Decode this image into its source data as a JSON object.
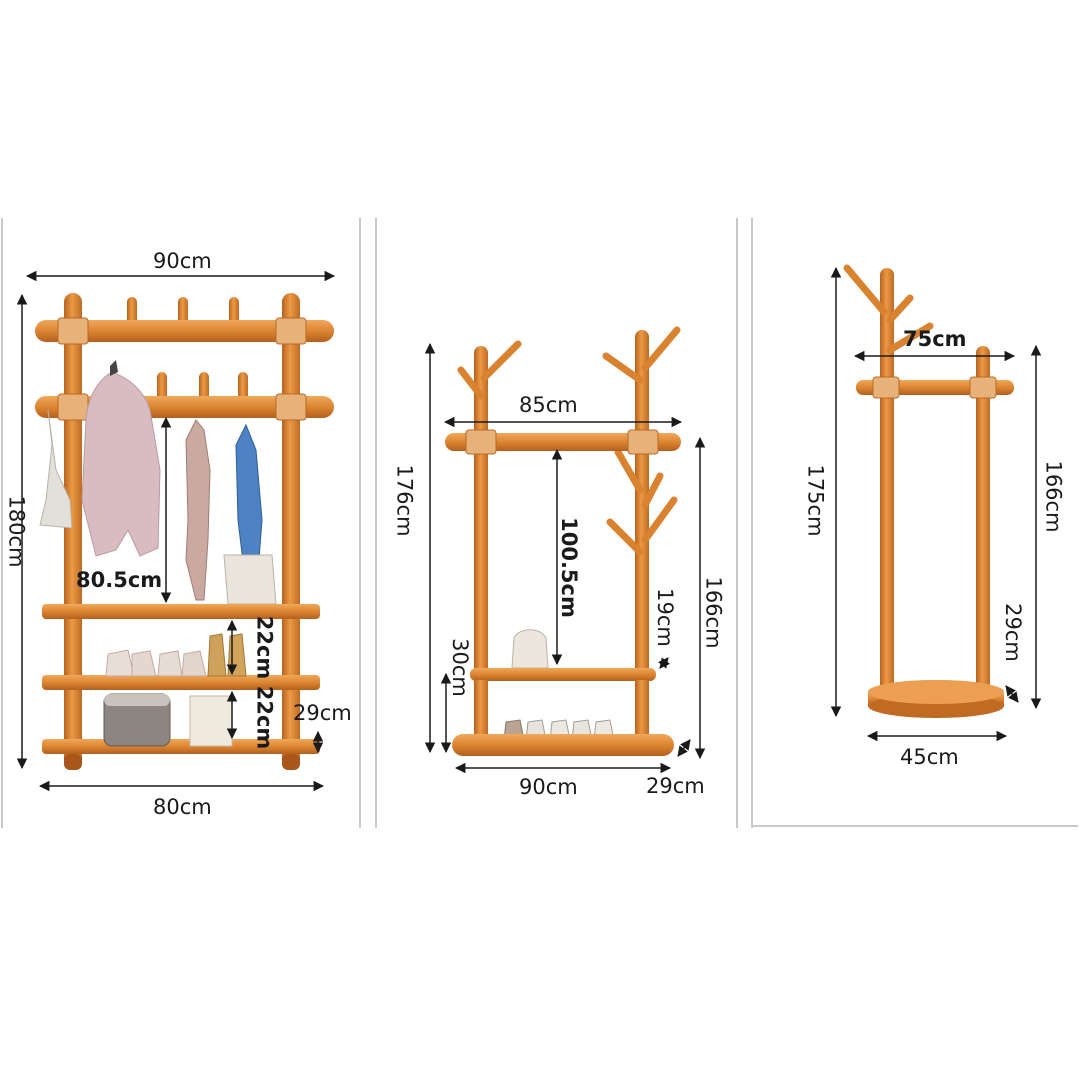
{
  "colors": {
    "wood": "#d9822f",
    "wood_dark": "#a9561a",
    "wood_light": "#efa55a",
    "block": "#e6b27a",
    "divider": "#c8c8c8",
    "text": "#1a1a1a"
  },
  "panels": [
    {
      "name": "coat-rack-with-shelves",
      "dimensions": {
        "top_width": "90cm",
        "height": "180cm",
        "hanging_height": "80.5cm",
        "shelf_gap_upper": "22cm",
        "shelf_gap_lower": "22cm",
        "depth": "29cm",
        "base_width": "80cm"
      }
    },
    {
      "name": "tree-branch-rack",
      "dimensions": {
        "bar_width": "85cm",
        "total_height": "176cm",
        "hanging_height": "100.5cm",
        "shelf_depth": "19cm",
        "bar_height": "166cm",
        "shelf_height": "30cm",
        "base_width": "90cm",
        "base_depth": "29cm"
      }
    },
    {
      "name": "standing-coat-tree",
      "dimensions": {
        "bar_width": "75cm",
        "total_height": "175cm",
        "bar_height": "166cm",
        "base_depth": "29cm",
        "base_width": "45cm"
      }
    }
  ]
}
